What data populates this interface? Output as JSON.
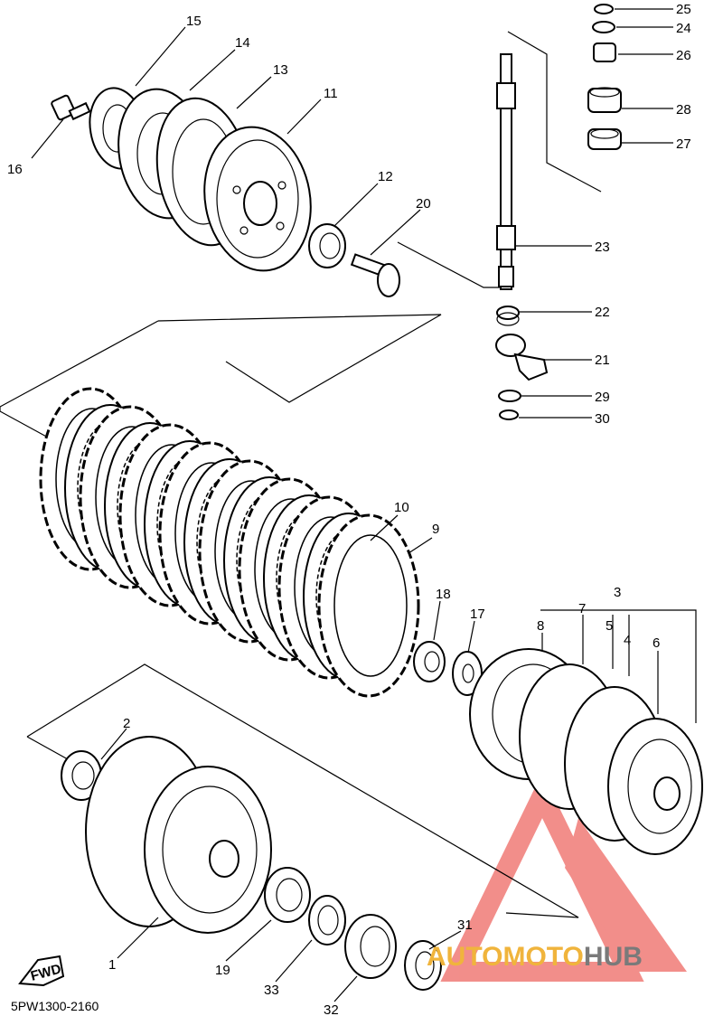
{
  "diagram": {
    "drawing_code": "5PW1300-2160",
    "fwd_label": "FWD",
    "watermark": {
      "part1": "AUTOMOTO",
      "part2": "HUB",
      "color_part1": "#f0b43c",
      "color_part2": "#7a7a7a",
      "logo_color": "#e8322c"
    },
    "callouts": {
      "c1": "1",
      "c2": "2",
      "c3": "3",
      "c4": "4",
      "c5": "5",
      "c6": "6",
      "c7": "7",
      "c8": "8",
      "c9": "9",
      "c10": "10",
      "c11": "11",
      "c12": "12",
      "c13": "13",
      "c14": "14",
      "c15": "15",
      "c16": "16",
      "c17": "17",
      "c18": "18",
      "c19": "19",
      "c20": "20",
      "c21": "21",
      "c22": "22",
      "c23": "23",
      "c24": "24",
      "c25": "25",
      "c26": "26",
      "c27": "27",
      "c28": "28",
      "c29": "29",
      "c30": "30",
      "c31": "31",
      "c32": "32",
      "c33": "33"
    }
  }
}
